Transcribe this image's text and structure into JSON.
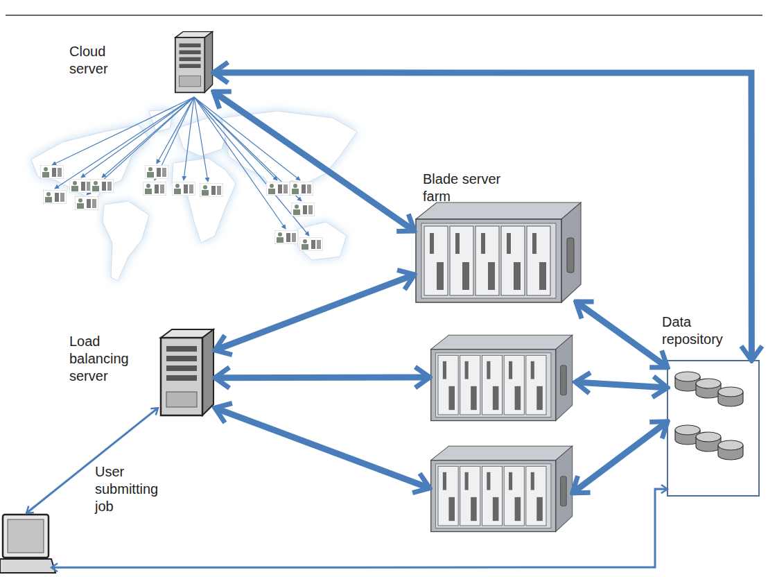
{
  "diagram": {
    "nodes": [
      {
        "text": [
          "Cloud server"
        ]
      },
      {
        "text": [
          "Blade server farm"
        ]
      },
      {
        "text": []
      },
      {
        "text": []
      },
      {
        "text": [
          "Load balancing server"
        ]
      },
      {
        "text": [
          "Data repository"
        ]
      },
      {
        "text": [
          "User submitting job"
        ]
      }
    ],
    "edges": [
      {
        "from": 0,
        "to": 1,
        "arrow": "both"
      },
      {
        "from": 5,
        "to": 0,
        "arrow": "both"
      },
      {
        "from": 4,
        "to": 1,
        "arrow": "both"
      },
      {
        "from": 4,
        "to": 2,
        "arrow": "both"
      },
      {
        "from": 4,
        "to": 3,
        "arrow": "both"
      },
      {
        "from": 1,
        "to": 5,
        "arrow": "both"
      },
      {
        "from": 2,
        "to": 5,
        "arrow": "both"
      },
      {
        "from": 3,
        "to": 5,
        "arrow": "both"
      },
      {
        "from": 6,
        "to": 4,
        "arrow": "both"
      },
      {
        "from": 5,
        "to": 6,
        "arrow": "both"
      }
    ]
  }
}
